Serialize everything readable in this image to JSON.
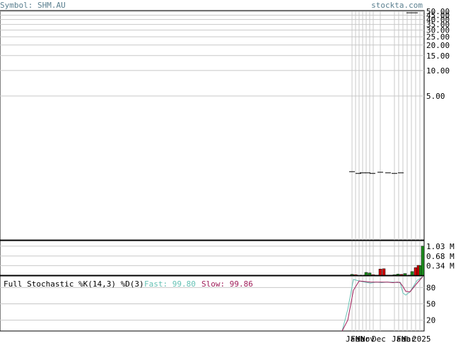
{
  "header": {
    "symbol_text": "Symbol: SHM.AU",
    "site_text": "stockta.com"
  },
  "colors": {
    "header_text": "#5a7f8f",
    "grid": "#c8c8c8",
    "axis": "#000000",
    "up_bar": "#1e8c1e",
    "down_bar": "#d20000",
    "fast_line": "#66c2b5",
    "slow_line": "#a01e5a"
  },
  "chart_data": [
    {
      "type": "candlestick",
      "panel": "price",
      "y_scale": "log",
      "ylim": [
        0.1,
        50
      ],
      "ytick_labels": [
        "50.00",
        "45.00",
        "40.00",
        "35.00",
        "30.00",
        "25.00",
        "20.00",
        "15.00",
        "10.00",
        "5.00"
      ],
      "values": [
        0.64,
        0.61,
        0.62,
        0.62,
        0.61,
        0.63,
        0.62,
        0.61,
        0.62,
        48.0
      ]
    },
    {
      "type": "bar",
      "panel": "volume",
      "ylim": [
        0,
        1.2
      ],
      "ytick_labels": [
        "1.03 M",
        "0.68 M",
        "0.34 M"
      ],
      "values": [
        0.03,
        0.02,
        0.1,
        0.08,
        0.02,
        0.22,
        0.23,
        0.02,
        0.04,
        0.03,
        0.06,
        0.13,
        0.27,
        0.35,
        0.34,
        1.03
      ],
      "directions": [
        "up",
        "down",
        "up",
        "up",
        "down",
        "down",
        "down",
        "up",
        "up",
        "down",
        "up",
        "up",
        "down",
        "down",
        "up",
        "up"
      ]
    },
    {
      "type": "line",
      "panel": "stochastic",
      "title": "Full Stochastic %K(14,3) %D(3)",
      "ylim": [
        0,
        100
      ],
      "ytick_labels": [
        "80",
        "50",
        "20"
      ],
      "xtick_labels": [
        "Jan",
        "Feb",
        "Mar",
        "Nov",
        "Dec",
        "Jan",
        "Feb",
        "Mar",
        "2025"
      ],
      "series": [
        {
          "name": "Fast",
          "value_label": "99.80",
          "values": [
            0,
            40,
            95,
            92,
            90,
            88,
            90,
            89,
            90,
            90,
            89,
            90,
            70,
            66,
            72,
            93,
            99.8
          ]
        },
        {
          "name": "Slow",
          "value_label": "99.86",
          "values": [
            0,
            20,
            75,
            92,
            91,
            90,
            90,
            90,
            90,
            89,
            90,
            89,
            82,
            73,
            72,
            88,
            99.86
          ]
        }
      ]
    }
  ]
}
